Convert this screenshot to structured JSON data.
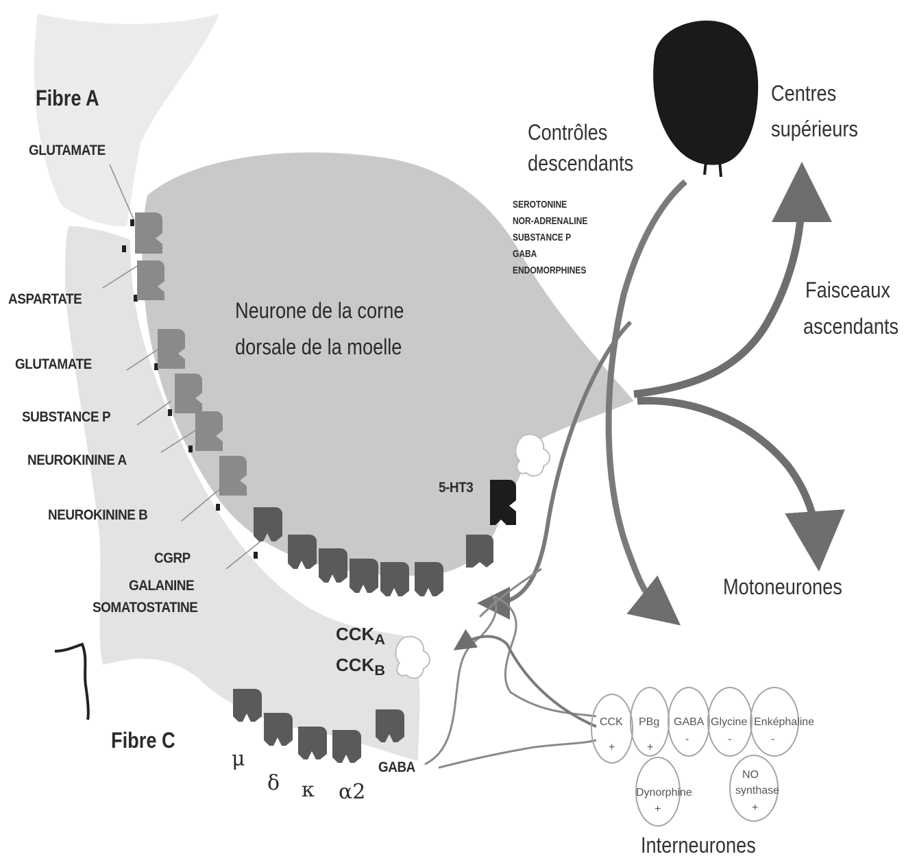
{
  "fibre_a": "Fibre A",
  "fibre_c": "Fibre C",
  "neuron_title_1": "Neurone de la corne",
  "neuron_title_2": "dorsale de la moelle",
  "neurotransmitters": {
    "glutamate_1": "GLUTAMATE",
    "aspartate": "ASPARTATE",
    "glutamate_2": "GLUTAMATE",
    "substance_p": "SUBSTANCE P",
    "neurokinine_a": "NEUROKININE A",
    "neurokinine_b": "NEUROKININE B",
    "cgrp": "CGRP",
    "galanine": "GALANINE",
    "somatostatine": "SOMATOSTATINE"
  },
  "receptors": {
    "ht3": "5-HT3",
    "cck_a": "CCK",
    "cck_a_sub": "A",
    "cck_b": "CCK",
    "cck_b_sub": "B",
    "mu": "μ",
    "delta": "δ",
    "kappa": "κ",
    "alpha2": "α2",
    "gaba": "GABA"
  },
  "descending": {
    "title_1": "Contrôles",
    "title_2": "descendants",
    "serotonine": "SEROTONINE",
    "noradrenaline": "NOR-ADRENALINE",
    "substance_p": "SUBSTANCE P",
    "gaba": "GABA",
    "endomorphines": "ENDOMORPHINES"
  },
  "centres_1": "Centres",
  "centres_2": "supérieurs",
  "faisceaux_1": "Faisceaux",
  "faisceaux_2": "ascendants",
  "motoneurones": "Motoneurones",
  "interneurones": "Interneurones",
  "interneuron_cells": {
    "cck": "CCK",
    "cck_sign": "+",
    "pbg": "PBg",
    "pbg_sign": "+",
    "gaba": "GABA",
    "gaba_sign": "-",
    "glycine": "Glycine",
    "glycine_sign": "-",
    "enkephaline": "Enképhaline",
    "enkephaline_sign": "-",
    "dynorphine": "Dynorphine",
    "dynorphine_sign": "+",
    "no_synthase_1": "NO",
    "no_synthase_2": "synthase",
    "no_synthase_sign": "+"
  },
  "colors": {
    "neuron": "#c9c9c9",
    "fibre": "#e8e8e8",
    "receptor_light": "#8a8a8a",
    "receptor_dark": "#5a5a5a",
    "receptor_black": "#1c1c1c",
    "arrow": "#6e6e6e",
    "brain": "#1a1a1a"
  }
}
